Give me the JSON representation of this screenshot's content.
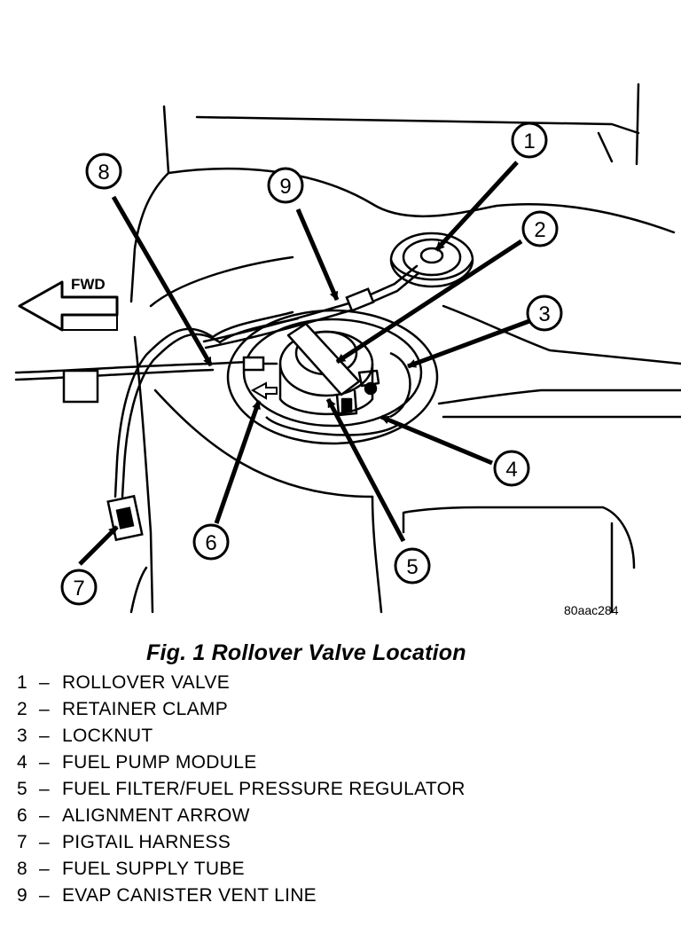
{
  "figure": {
    "forward_label": "FWD",
    "image_code": "80aac284",
    "callouts": [
      "1",
      "2",
      "3",
      "4",
      "5",
      "6",
      "7",
      "8",
      "9"
    ]
  },
  "title": "Fig. 1 Rollover Valve Location",
  "legend": [
    {
      "num": "1",
      "label": "ROLLOVER VALVE"
    },
    {
      "num": "2",
      "label": "RETAINER CLAMP"
    },
    {
      "num": "3",
      "label": "LOCKNUT"
    },
    {
      "num": "4",
      "label": "FUEL PUMP MODULE"
    },
    {
      "num": "5",
      "label": "FUEL FILTER/FUEL PRESSURE REGULATOR"
    },
    {
      "num": "6",
      "label": "ALIGNMENT ARROW"
    },
    {
      "num": "7",
      "label": "PIGTAIL HARNESS"
    },
    {
      "num": "8",
      "label": "FUEL SUPPLY TUBE"
    },
    {
      "num": "9",
      "label": "EVAP CANISTER VENT LINE"
    }
  ],
  "legend_separator": "–"
}
